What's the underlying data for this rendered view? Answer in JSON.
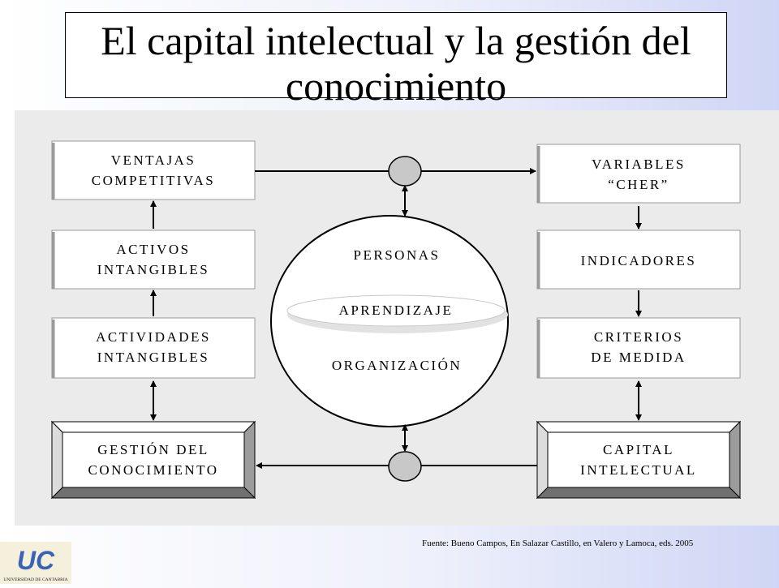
{
  "title": "El capital intelectual y la gestión del conocimiento",
  "left_boxes": [
    {
      "line1": "VENTAJAS",
      "line2": "COMPETITIVAS"
    },
    {
      "line1": "ACTIVOS",
      "line2": "INTANGIBLES"
    },
    {
      "line1": "ACTIVIDADES",
      "line2": "INTANGIBLES"
    },
    {
      "line1": "GESTIÓN DEL",
      "line2": "CONOCIMIENTO"
    }
  ],
  "right_boxes": [
    {
      "line1": "VARIABLES",
      "line2": "“CHER”"
    },
    {
      "line1": "INDICADORES",
      "line2": ""
    },
    {
      "line1": "CRITERIOS",
      "line2": "DE MEDIDA"
    },
    {
      "line1": "CAPITAL",
      "line2": "INTELECTUAL"
    }
  ],
  "center": {
    "top": "PERSONAS",
    "middle": "APRENDIZAJE",
    "bottom": "ORGANIZACIÓN"
  },
  "source": "Fuente: Bueno Campos, En  Salazar Castillo, en Valero y Lamoca, eds. 2005",
  "logo": {
    "mark": "UC",
    "subtitle": "UNIVERSIDAD DE CANTABRIA",
    "color": "#3a63b8"
  }
}
